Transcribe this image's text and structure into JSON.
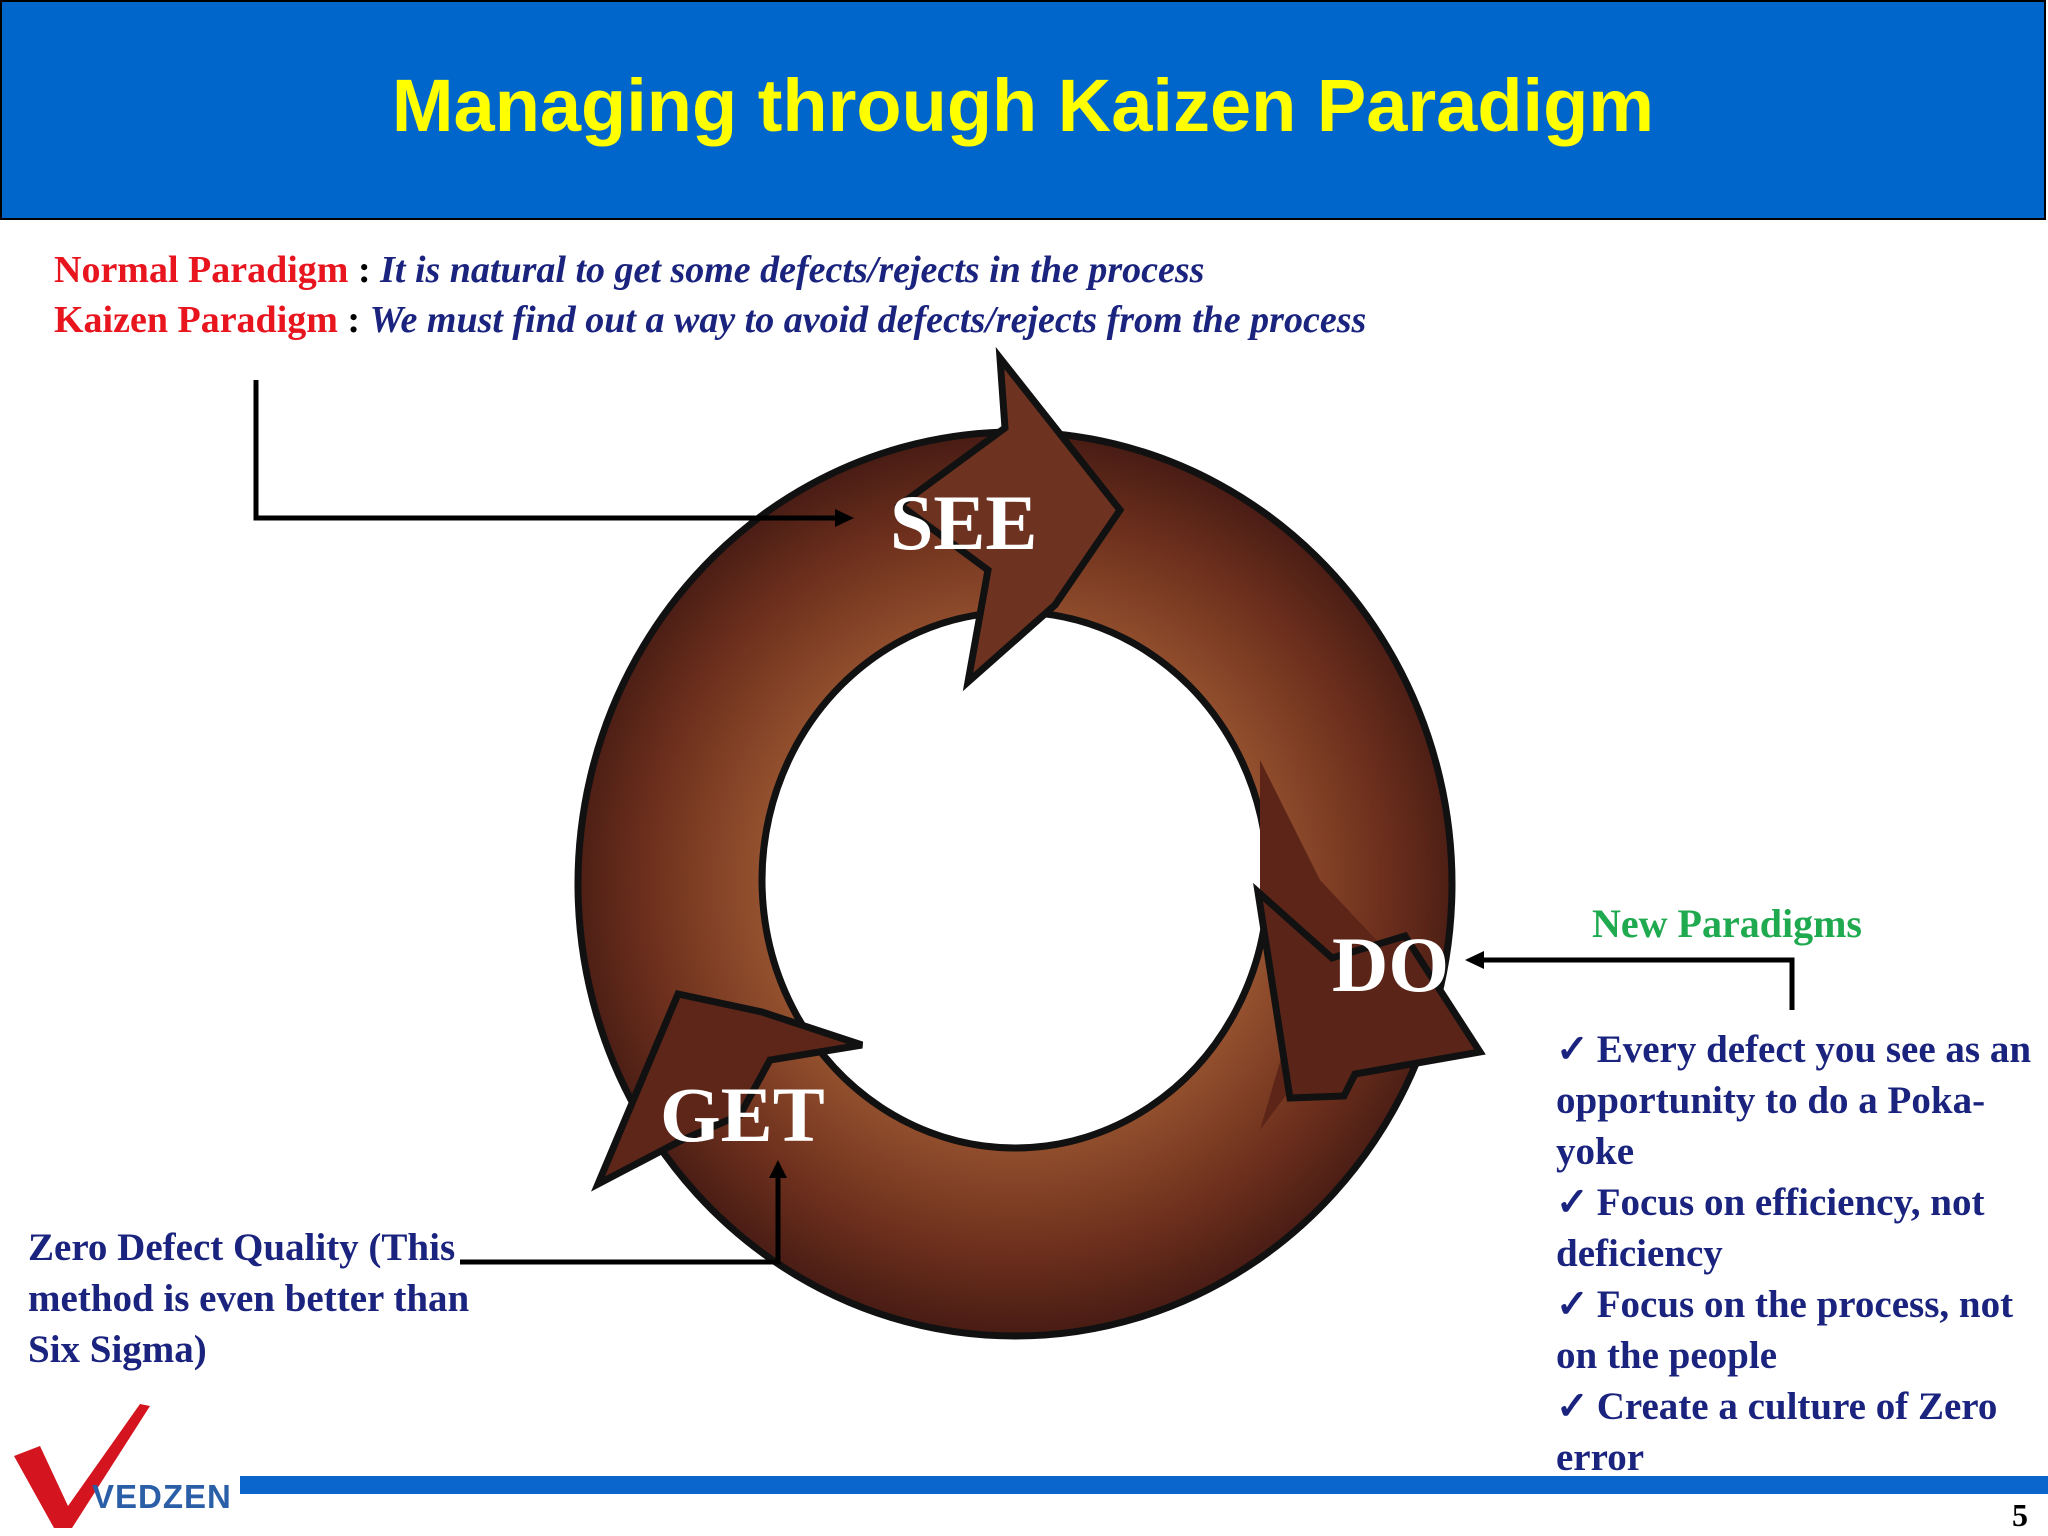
{
  "title": "Managing through Kaizen Paradigm",
  "paradigms": [
    {
      "label": "Normal Paradigm",
      "colon": ":",
      "text": "It is natural to get some defects/rejects in the process"
    },
    {
      "label": "Kaizen Paradigm",
      "colon": ":",
      "text": "We must find out a way to avoid defects/rejects from the process"
    }
  ],
  "cycle": {
    "stages": [
      "SEE",
      "DO",
      "GET"
    ],
    "ring_color": "#7a3a22",
    "ring_dark_color": "#4a1c14"
  },
  "new_paradigms": {
    "title": "New Paradigms",
    "items": [
      {
        "check": "✓",
        "text": "Every defect you see as an opportunity to do a Poka-yoke"
      },
      {
        "check": "✓",
        "text": "Focus on efficiency, not deficiency"
      },
      {
        "check": "✓",
        "text": "Focus on the process, not on the people"
      },
      {
        "check": "✓",
        "text": "Create a culture of Zero error"
      }
    ]
  },
  "zero_defect_note": "Zero Defect Quality (This method is even better than Six Sigma)",
  "logo": {
    "name": "VEDZEN",
    "check_color": "#d4141e"
  },
  "page_number": "5",
  "colors": {
    "title_bar": "#0066cc",
    "title_text": "#ffff00",
    "paradigm_label": "#e8141e",
    "body_text": "#1a237e",
    "new_paradigms_title": "#1faa50"
  }
}
